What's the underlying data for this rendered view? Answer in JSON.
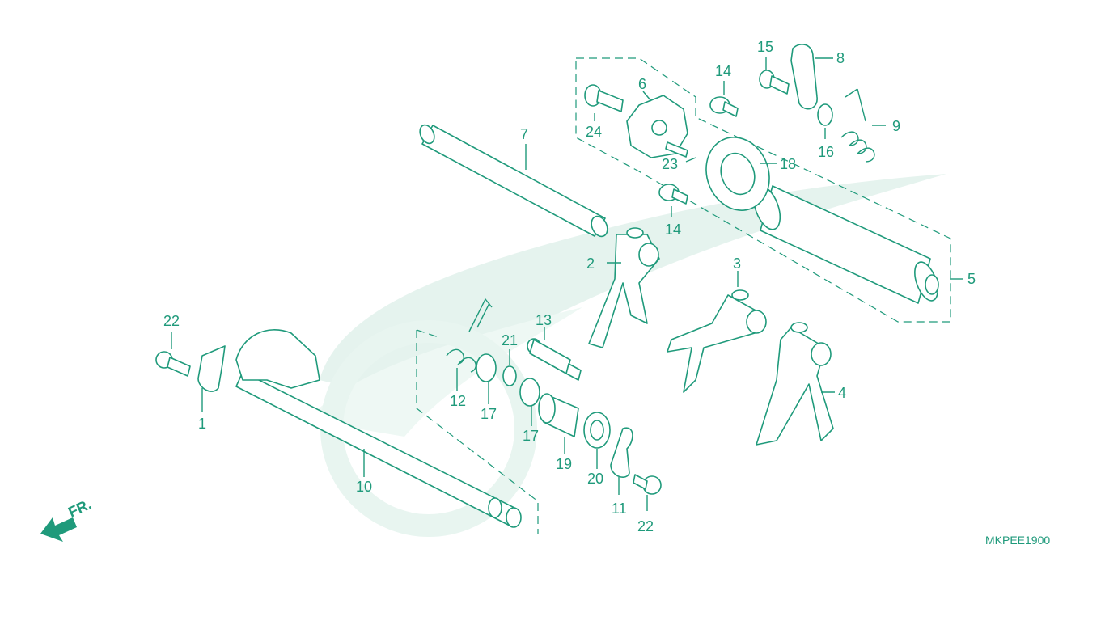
{
  "colors": {
    "ink": "#1f9a7b",
    "watermark": "#e5f3ee",
    "background": "#ffffff"
  },
  "diagram_code": "MKPEE1900",
  "direction_label": "FR.",
  "parts": [
    {
      "ref": "1"
    },
    {
      "ref": "2"
    },
    {
      "ref": "3"
    },
    {
      "ref": "4"
    },
    {
      "ref": "5"
    },
    {
      "ref": "6"
    },
    {
      "ref": "7"
    },
    {
      "ref": "8"
    },
    {
      "ref": "9"
    },
    {
      "ref": "10"
    },
    {
      "ref": "11"
    },
    {
      "ref": "12"
    },
    {
      "ref": "13"
    },
    {
      "ref": "14"
    },
    {
      "ref": "14"
    },
    {
      "ref": "15"
    },
    {
      "ref": "16"
    },
    {
      "ref": "17"
    },
    {
      "ref": "17"
    },
    {
      "ref": "18"
    },
    {
      "ref": "19"
    },
    {
      "ref": "20"
    },
    {
      "ref": "21"
    },
    {
      "ref": "22"
    },
    {
      "ref": "22"
    },
    {
      "ref": "23"
    },
    {
      "ref": "24"
    }
  ],
  "icons": {
    "direction": "arrow-left-down-icon",
    "watermark": "honda-wing-icon"
  }
}
